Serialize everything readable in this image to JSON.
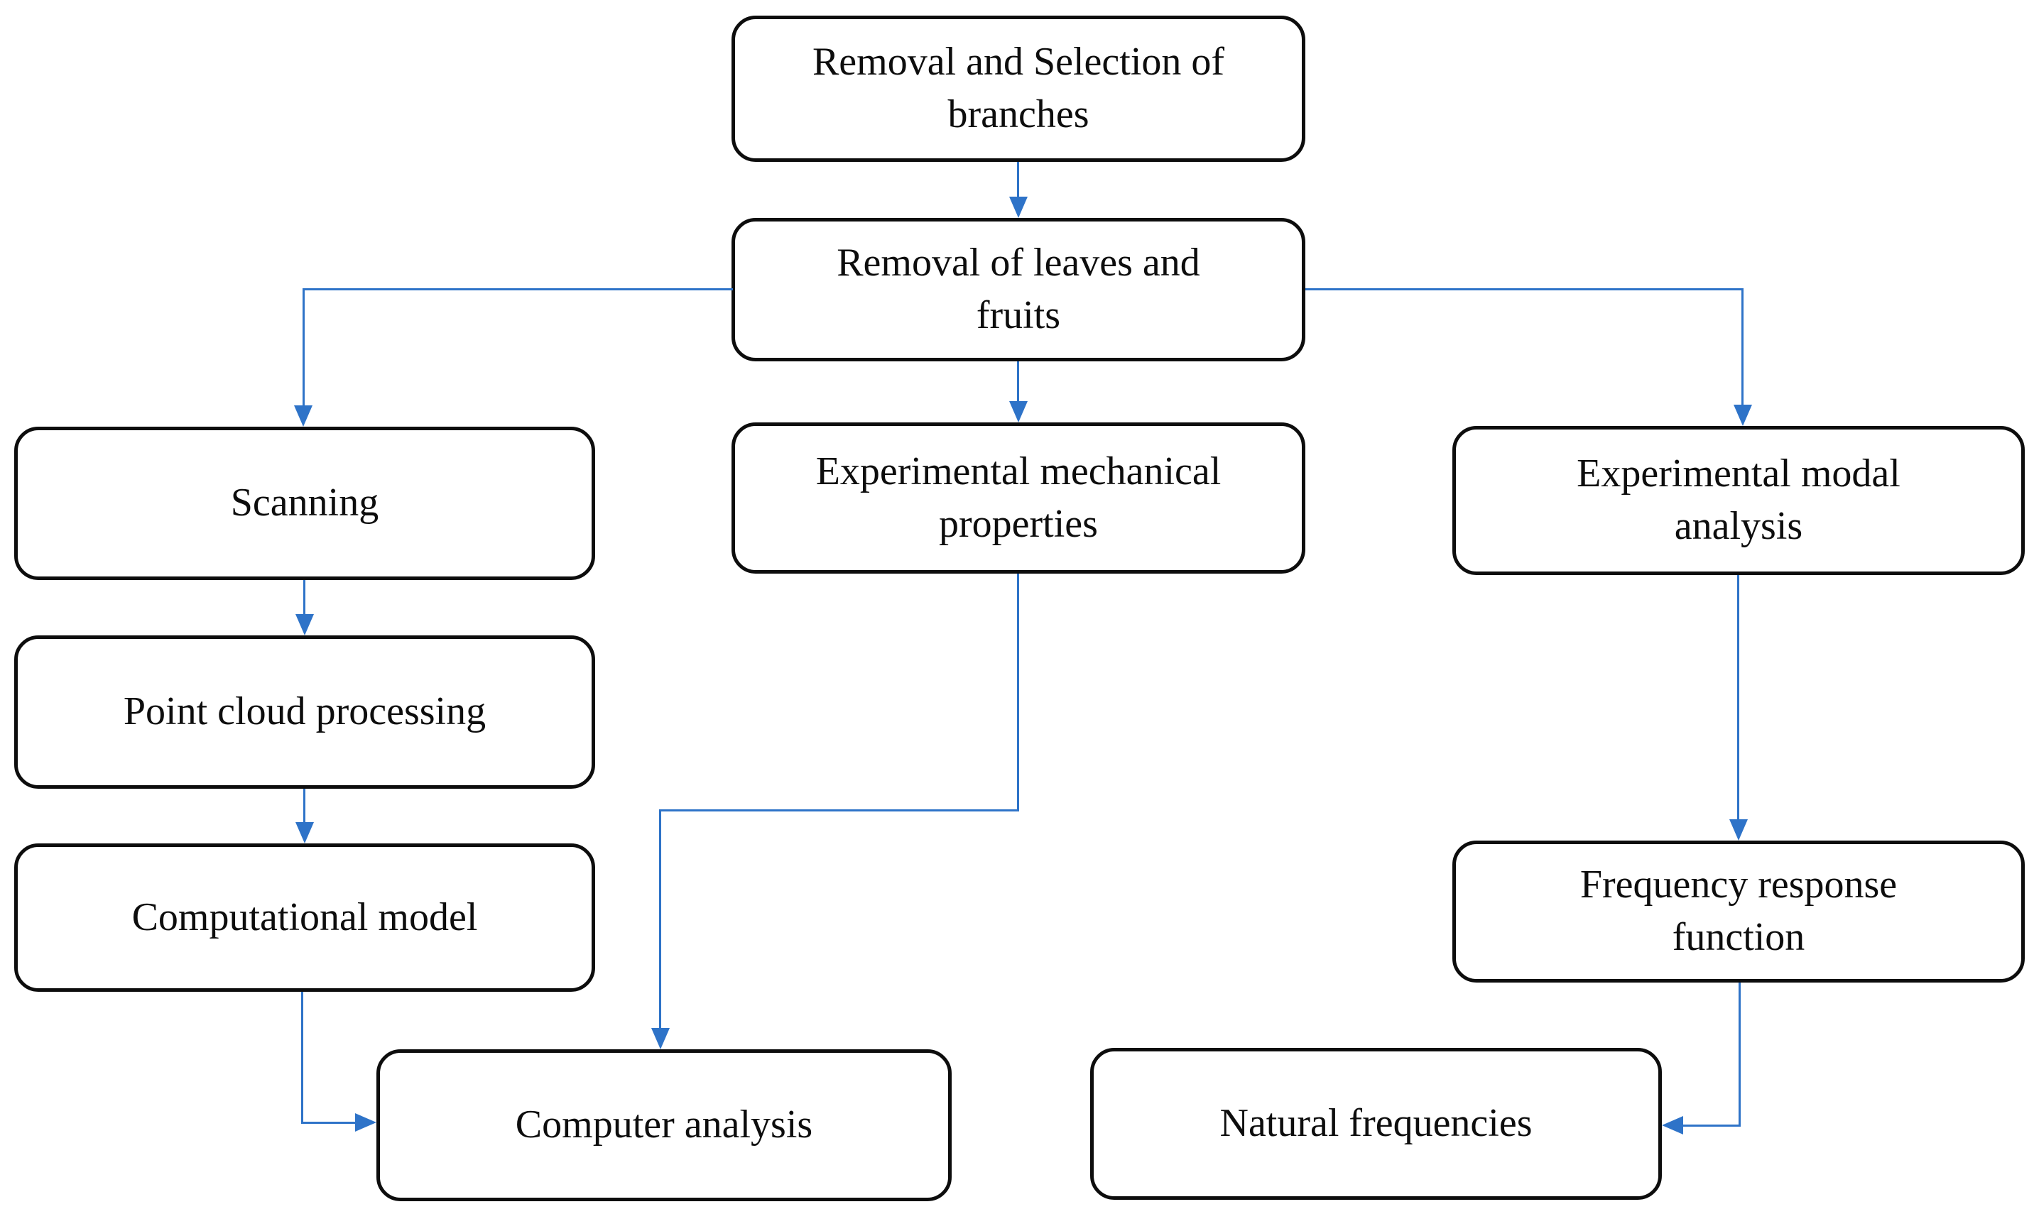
{
  "diagram": {
    "title": "Branch testing methodology flowchart",
    "colors": {
      "background": "#ffffff",
      "box_border": "#0d0d0d",
      "box_fill": "#ffffff",
      "text": "#0d0d0d",
      "connector": "#2e73c8"
    },
    "nodes": {
      "removal_selection": {
        "label": "Removal and Selection of\nbranches"
      },
      "leaves_fruits": {
        "label": "Removal of leaves and\nfruits"
      },
      "scanning": {
        "label": "Scanning"
      },
      "point_cloud": {
        "label": "Point cloud processing"
      },
      "computational_model": {
        "label": "Computational model"
      },
      "exp_mechanical": {
        "label": "Experimental mechanical\nproperties"
      },
      "exp_modal": {
        "label": "Experimental modal\nanalysis"
      },
      "computer_analysis": {
        "label": "Computer analysis"
      },
      "frequency_response": {
        "label": "Frequency response\nfunction"
      },
      "natural_frequencies": {
        "label": "Natural frequencies"
      }
    },
    "edges": [
      {
        "from": "removal_selection",
        "to": "leaves_fruits"
      },
      {
        "from": "leaves_fruits",
        "to": "scanning"
      },
      {
        "from": "leaves_fruits",
        "to": "exp_mechanical"
      },
      {
        "from": "leaves_fruits",
        "to": "exp_modal"
      },
      {
        "from": "scanning",
        "to": "point_cloud"
      },
      {
        "from": "point_cloud",
        "to": "computational_model"
      },
      {
        "from": "computational_model",
        "to": "computer_analysis"
      },
      {
        "from": "exp_mechanical",
        "to": "computer_analysis"
      },
      {
        "from": "exp_modal",
        "to": "frequency_response"
      },
      {
        "from": "frequency_response",
        "to": "natural_frequencies"
      }
    ]
  }
}
